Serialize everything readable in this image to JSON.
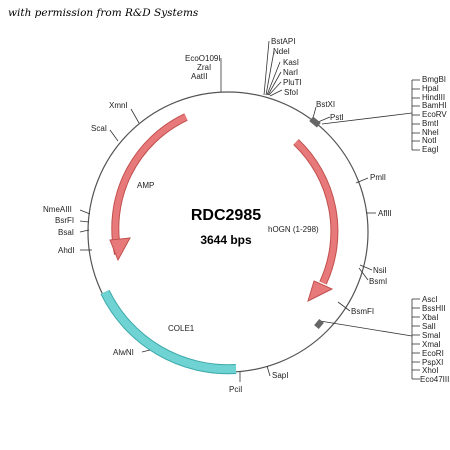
{
  "permission_note": "with permission from R&D Systems",
  "plasmid": {
    "name": "RDC2985",
    "size": "3644 bps"
  },
  "features": {
    "amp": "AMP",
    "hogn": "hOGN (1-298)",
    "cole1": "COLE1"
  },
  "sites": {
    "top_group": [
      "BstAPI",
      "NdeI",
      "KasI",
      "NarI",
      "PluTI",
      "SfoI"
    ],
    "ecoo109i": "EcoO109I",
    "zrai": "ZraI",
    "aatii": "AatII",
    "xmni": "XmnI",
    "scai": "ScaI",
    "bstxi": "BstXI",
    "psti": "PstI",
    "right_top_group": [
      "BmgBI",
      "HpaI",
      "HindIII",
      "BamHI",
      "EcoRV",
      "BmtI",
      "NheI",
      "NotI",
      "EagI"
    ],
    "pmli": "PmlI",
    "aflii": "AflII",
    "nsii": "NsiI",
    "bsmi": "BsmI",
    "bsmfi": "BsmFI",
    "right_bottom_group": [
      "AscI",
      "BssHII",
      "XbaI",
      "SalI",
      "SmaI",
      "XmaI",
      "EcoRI",
      "PspXI",
      "XhoI",
      "Eco47III"
    ],
    "sapi": "SapI",
    "pcii": "PciI",
    "alwni": "AlwNI",
    "nmeaiii": "NmeAIII",
    "bsrfi": "BsrFI",
    "bsai": "BsaI",
    "ahdi": "AhdI"
  },
  "colors": {
    "arrow_red": "#e8797a",
    "arrow_red_stroke": "#c0504d",
    "cole1_cyan": "#6fd3d3",
    "cole1_stroke": "#3aa8a8",
    "circle": "#555555"
  }
}
